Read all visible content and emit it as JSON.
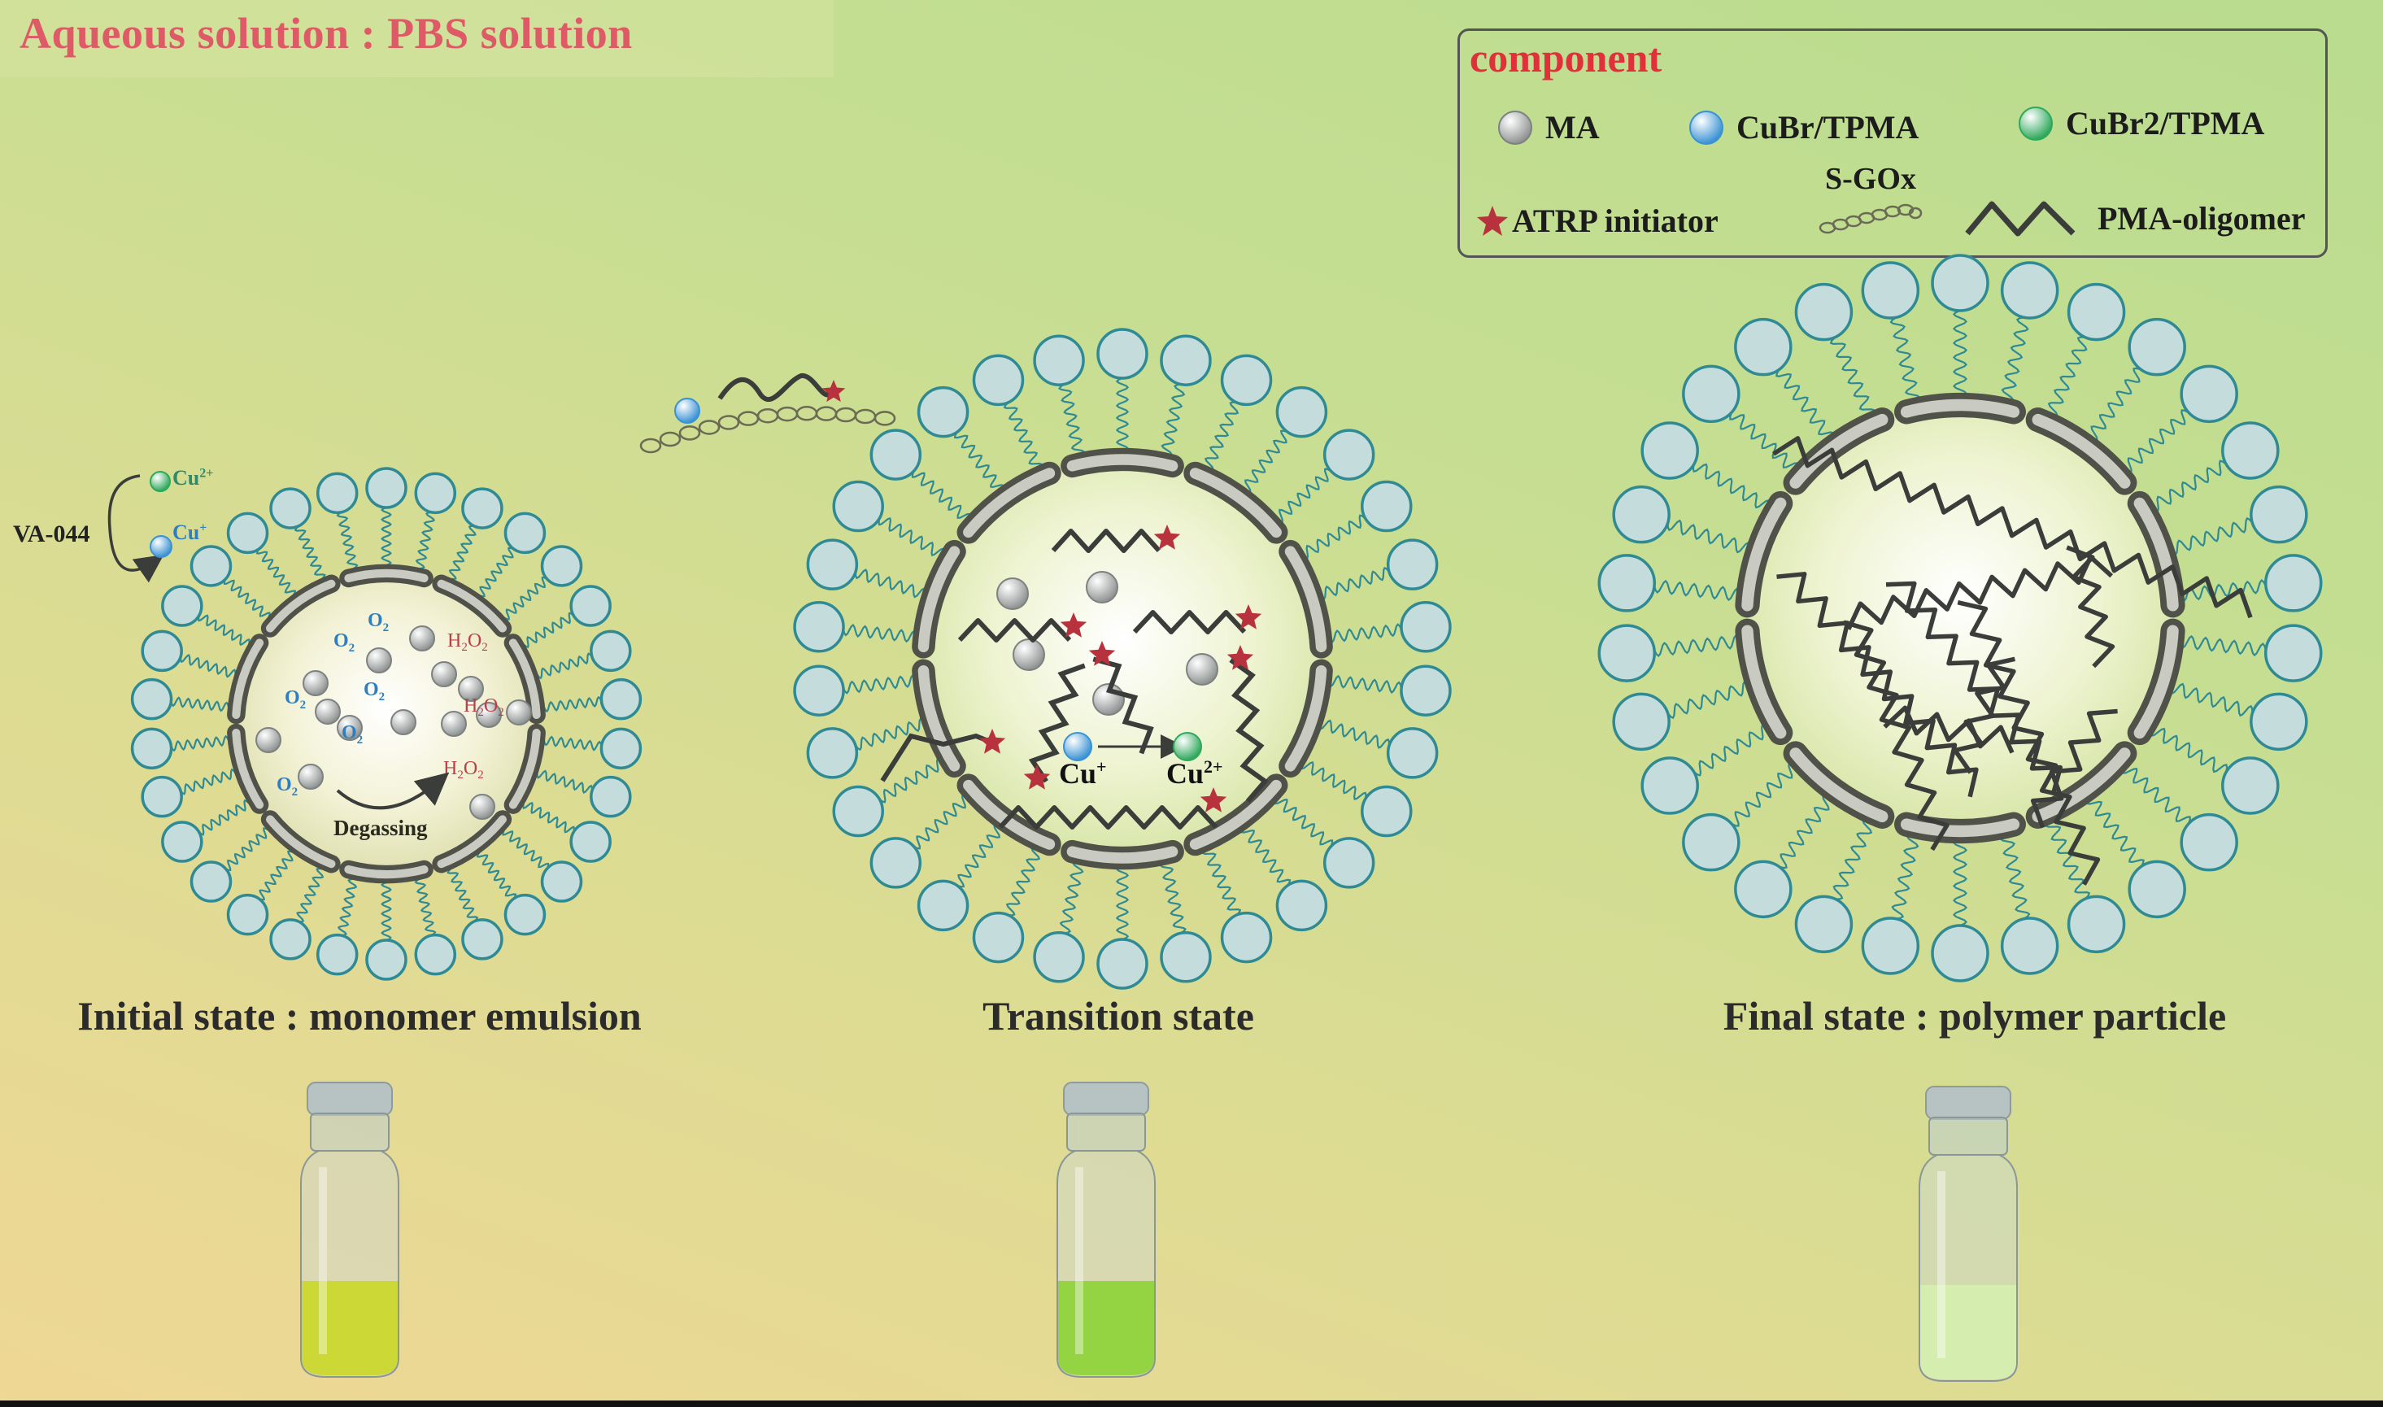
{
  "header": {
    "title": "Aqueous solution : PBS solution"
  },
  "legend": {
    "title": "component",
    "items": [
      {
        "key": "ma",
        "label": "MA",
        "icon": "gray-sphere-icon",
        "color": "#b8bcbc"
      },
      {
        "key": "cubr",
        "label": "CuBr/TPMA",
        "icon": "blue-sphere-icon",
        "color": "#5aaee6"
      },
      {
        "key": "cubr2",
        "label": "CuBr2/TPMA",
        "icon": "green-sphere-icon",
        "color": "#3db56a"
      },
      {
        "key": "atrp",
        "label": "ATRP initiator",
        "icon": "red-star-icon",
        "color": "#b8323e"
      },
      {
        "key": "sgox",
        "label": "S-GOx",
        "icon": "chain-icon",
        "color": "#6b6b55"
      },
      {
        "key": "pma",
        "label": "PMA-oligomer",
        "icon": "wave-icon",
        "color": "#3a3d3a"
      }
    ]
  },
  "stages": [
    {
      "key": "initial",
      "caption": "Initial state : monomer emulsion",
      "annotations": {
        "initiator": "VA-044",
        "cu2": "Cu",
        "cu2_charge": "2+",
        "cu1": "Cu",
        "cu1_charge": "+",
        "o2": "O2",
        "h2o2": "H2O2",
        "process": "Degassing"
      },
      "vial": {
        "liquid_color": "#c9d82a",
        "liquid_fraction": 0.3,
        "appearance": "clear yellow"
      }
    },
    {
      "key": "transition",
      "caption": "Transition state",
      "annotations": {
        "cu1": "Cu",
        "cu1_charge": "+",
        "cu2": "Cu",
        "cu2_charge": "2+"
      },
      "vial": {
        "liquid_color": "#8ed238",
        "liquid_fraction": 0.3,
        "appearance": "clear green"
      }
    },
    {
      "key": "final",
      "caption": "Final state : polymer particle",
      "annotations": {},
      "vial": {
        "liquid_color": "#d5f0b0",
        "liquid_fraction": 0.3,
        "appearance": "milky white-green"
      }
    }
  ],
  "colors": {
    "title_red": "#de5a66",
    "legend_title_red": "#e0303a",
    "surfactant_head": "#c5dcdc",
    "surfactant_stroke": "#2f8a94",
    "o2_blue": "#2f7fc0",
    "h2o2_red": "#b8404a"
  }
}
